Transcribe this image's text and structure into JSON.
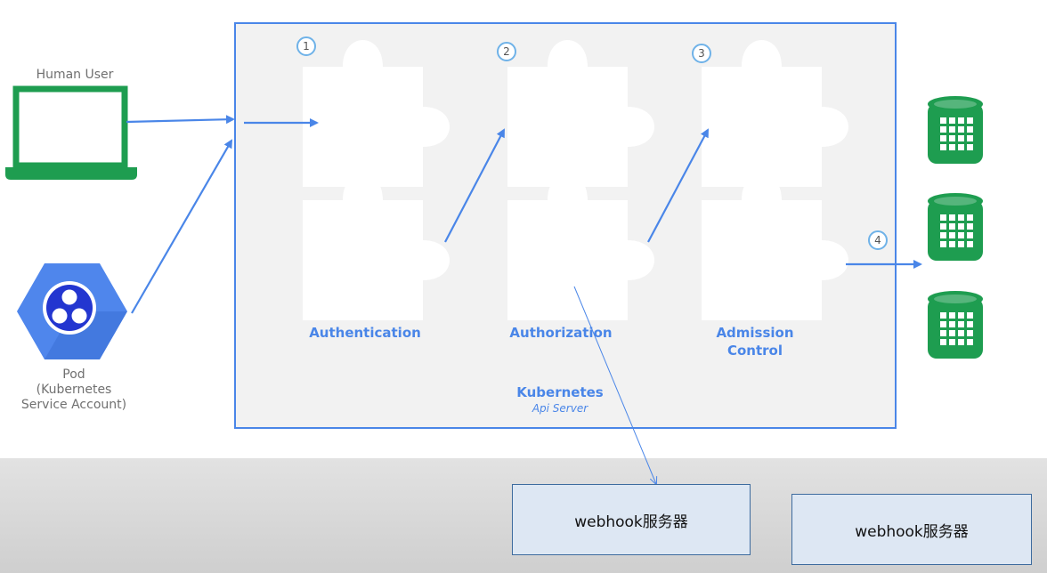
{
  "actors": {
    "human_user": "Human User",
    "pod": "Pod\n(Kubernetes\nService Account)"
  },
  "stages": [
    {
      "number": "1",
      "label": "Authentication"
    },
    {
      "number": "2",
      "label": "Authorization"
    },
    {
      "number": "3",
      "label": "Admission\nControl"
    }
  ],
  "storage_step": "4",
  "server": {
    "title": "Kubernetes",
    "subtitle": "Api Server"
  },
  "webhooks": [
    "webhook服务器",
    "webhook服务器"
  ],
  "colors": {
    "accent": "#4a86e8",
    "server_border": "#4a86e8",
    "server_fill": "#f2f2f2",
    "green": "#1e9d50",
    "pod_hex": "#4f86ec",
    "webhook_fill": "#dde7f3"
  },
  "icons": [
    "laptop-icon",
    "pod-hexagon-icon",
    "puzzle-piece-icon",
    "database-icon"
  ]
}
